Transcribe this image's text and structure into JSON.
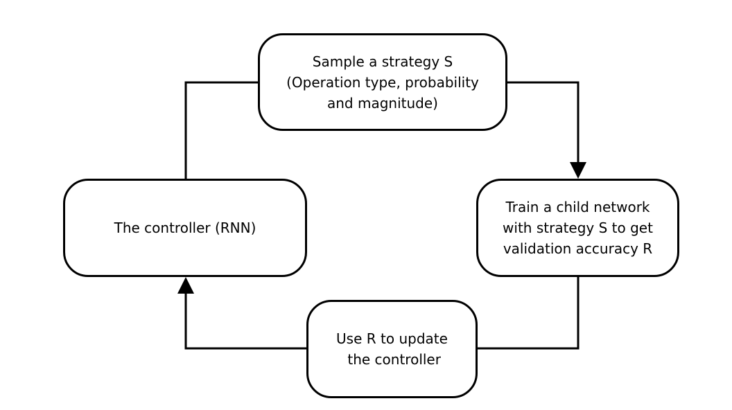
{
  "diagram": {
    "nodes": {
      "sample_strategy": {
        "lines": [
          "Sample a strategy S",
          "(Operation type, probability",
          "and magnitude)"
        ]
      },
      "controller": {
        "lines": [
          "The controller (RNN)"
        ]
      },
      "train_child": {
        "lines": [
          "Train a child network",
          "with strategy S to get",
          "validation accuracy R"
        ]
      },
      "update_controller": {
        "lines": [
          "Use R to update",
          " the controller"
        ]
      }
    },
    "edges": [
      {
        "from": "controller",
        "to": "sample_strategy"
      },
      {
        "from": "sample_strategy",
        "to": "train_child"
      },
      {
        "from": "train_child",
        "to": "update_controller"
      },
      {
        "from": "update_controller",
        "to": "controller"
      }
    ],
    "colors": {
      "stroke": "#000000",
      "fill": "#ffffff",
      "text": "#000000"
    }
  }
}
